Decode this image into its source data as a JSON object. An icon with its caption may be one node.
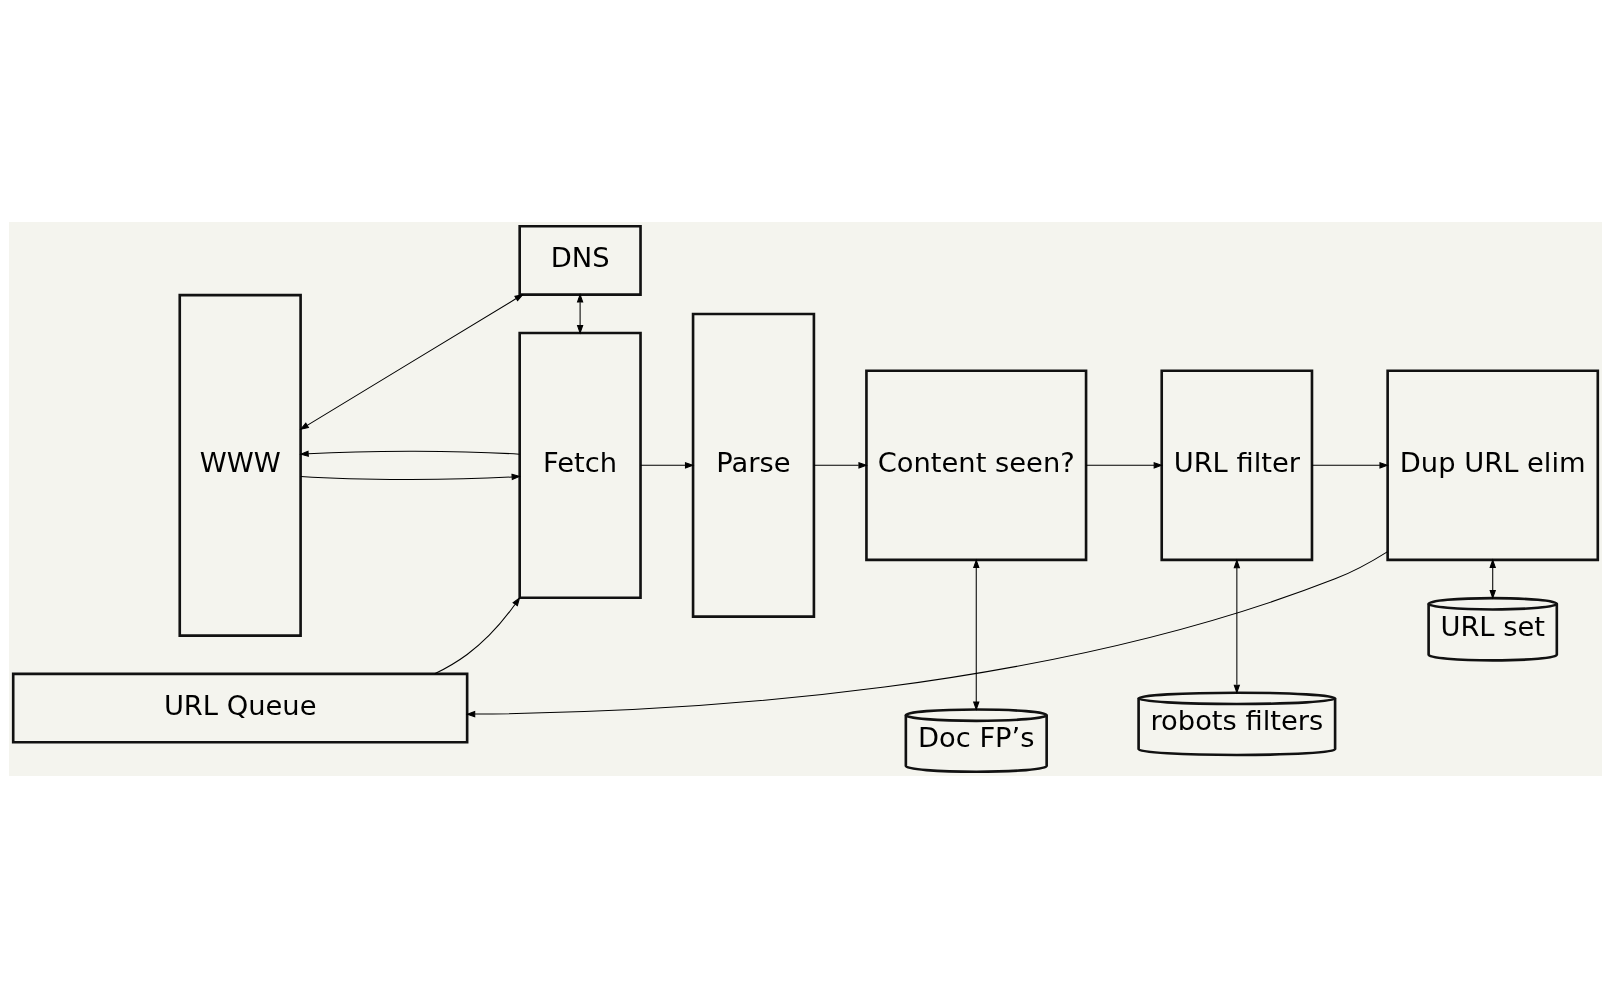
{
  "diagram": {
    "nodes": [
      {
        "text": [
          "WWW"
        ]
      },
      {
        "text": [
          "DNS"
        ]
      },
      {
        "text": [
          "Fetch"
        ]
      },
      {
        "text": [
          "Parse"
        ]
      },
      {
        "text": [
          "Doc FP’s"
        ]
      },
      {
        "text": [
          "robots filters"
        ]
      },
      {
        "text": [
          "URL set"
        ]
      },
      {
        "text": [
          "Content seen?"
        ]
      },
      {
        "text": [
          "URL filter"
        ]
      },
      {
        "text": [
          "Dup URL elim"
        ]
      },
      {
        "text": [
          "URL Queue"
        ]
      }
    ],
    "edges": [
      {
        "from": 0,
        "to": 1,
        "arrow": "both"
      },
      {
        "from": 1,
        "to": 2,
        "arrow": "both"
      },
      {
        "from": 2,
        "to": 0,
        "arrow": "to"
      },
      {
        "from": 0,
        "to": 2,
        "arrow": "to"
      },
      {
        "from": 2,
        "to": 3,
        "arrow": "to"
      },
      {
        "from": 3,
        "to": 7,
        "arrow": "to"
      },
      {
        "from": 4,
        "to": 7,
        "arrow": "both"
      },
      {
        "from": 5,
        "to": 8,
        "arrow": "both"
      },
      {
        "from": 6,
        "to": 9,
        "arrow": "both"
      },
      {
        "from": 7,
        "to": 8,
        "arrow": "to"
      },
      {
        "from": 8,
        "to": 9,
        "arrow": "to"
      },
      {
        "from": 9,
        "to": 10,
        "arrow": "to"
      },
      {
        "from": 10,
        "to": 2,
        "arrow": "to"
      }
    ]
  }
}
